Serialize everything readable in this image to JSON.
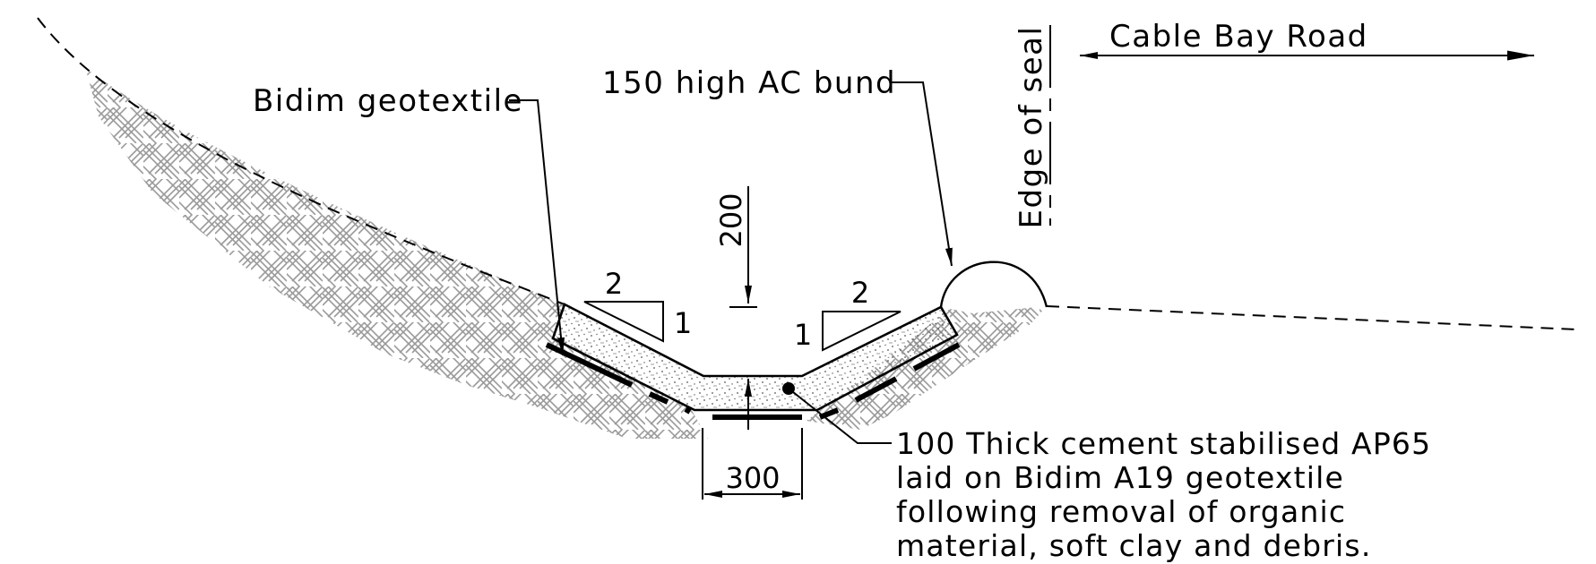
{
  "labels": {
    "bidim_geotextile": "Bidim geotextile",
    "ac_bund": "150 high AC bund",
    "edge_of_seal": "Edge of seal",
    "road_name": "Cable Bay Road",
    "depth_dimension": "200",
    "base_width_dimension": "300",
    "left_slope_run": "2",
    "left_slope_rise": "1",
    "right_slope_run": "2",
    "right_slope_rise": "1"
  },
  "note": {
    "line1": "100 Thick cement stabilised AP65",
    "line2": "laid on Bidim A19 geotextile",
    "line3": "following removal of organic",
    "line4": "material, soft clay and debris."
  },
  "colors": {
    "line": "#000000",
    "hatch": "#9a9a9a",
    "fill_speckle": "#555555"
  }
}
